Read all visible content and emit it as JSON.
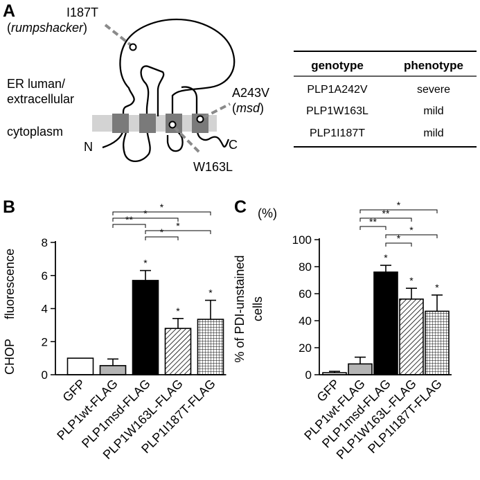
{
  "panel_a": {
    "letter": "A",
    "mutations": {
      "i187t_line1": "I187T",
      "i187t_paren_open": "(",
      "i187t_italic": "rumpshacker",
      "i187t_paren_close": ")",
      "a243v_line1": "A243V",
      "a243v_paren_open": "(",
      "a243v_italic": "msd",
      "a243v_paren_close": ")",
      "w163l": "W163L"
    },
    "labels": {
      "er_line1": "ER luman/",
      "er_line2": "extracellular",
      "cytoplasm": "cytoplasm",
      "n_term": "N",
      "c_term": "C"
    },
    "table": {
      "headers": [
        "genotype",
        "phenotype"
      ],
      "rows": [
        [
          "PLP1A242V",
          "severe"
        ],
        [
          "PLP1W163L",
          "mild"
        ],
        [
          "PLP1I187T",
          "mild"
        ]
      ]
    }
  },
  "chart_data": [
    {
      "panel": "B",
      "type": "bar",
      "ylabel_parts": [
        "CHOP",
        "fluorescence"
      ],
      "ylim": [
        0,
        8
      ],
      "yticks": [
        "0",
        "2",
        "4",
        "6",
        "8"
      ],
      "categories": [
        "GFP",
        "PLP1wt-FLAG",
        "PLP1msd-FLAG",
        "PLP1W163L-FLAG",
        "PLP1I187T-FLAG"
      ],
      "values": [
        1.0,
        0.55,
        5.7,
        2.8,
        3.35
      ],
      "errors": [
        0,
        0.4,
        0.6,
        0.6,
        1.15
      ],
      "bar_styles": [
        "white",
        "gray",
        "black",
        "diagonal",
        "grid"
      ],
      "bar_stars": [
        "",
        "",
        "*",
        "*",
        "*"
      ],
      "brackets": [
        {
          "from": 1,
          "to": 4,
          "label": "*"
        },
        {
          "from": 1,
          "to": 3,
          "label": "*"
        },
        {
          "from": 1,
          "to": 2,
          "label": "**"
        },
        {
          "from": 2,
          "to": 4,
          "label": "*"
        },
        {
          "from": 2,
          "to": 3,
          "label": "*"
        }
      ]
    },
    {
      "panel": "C",
      "type": "bar",
      "unit": "(%)",
      "ylabel_parts": [
        "% of PDI-unstained",
        "cells"
      ],
      "ylim": [
        0,
        100
      ],
      "yticks": [
        "0",
        "20",
        "40",
        "60",
        "80",
        "100"
      ],
      "categories": [
        "GFP",
        "PLP1wt-FLAG",
        "PLP1msd-FLAG",
        "PLP1W163L-FLAG",
        "PLP1I187T-FLAG"
      ],
      "values": [
        1.5,
        8,
        76,
        56,
        47
      ],
      "errors": [
        1,
        5,
        5,
        8,
        12
      ],
      "bar_styles": [
        "white",
        "gray",
        "black",
        "diagonal",
        "grid"
      ],
      "bar_stars": [
        "",
        "",
        "*",
        "*",
        "*"
      ],
      "brackets": [
        {
          "from": 1,
          "to": 4,
          "label": "*"
        },
        {
          "from": 1,
          "to": 3,
          "label": "**"
        },
        {
          "from": 1,
          "to": 2,
          "label": "**"
        },
        {
          "from": 2,
          "to": 4,
          "label": "*"
        },
        {
          "from": 2,
          "to": 3,
          "label": "*"
        }
      ]
    }
  ]
}
